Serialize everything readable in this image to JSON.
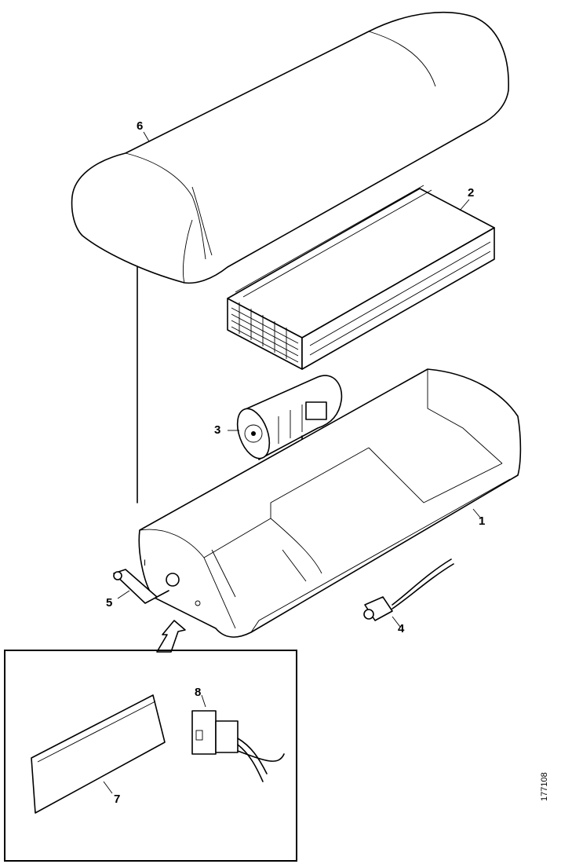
{
  "callouts": {
    "p1": "1",
    "p2": "2",
    "p3": "3",
    "p4": "4",
    "p5": "5",
    "p6": "6",
    "p7": "7",
    "p8": "8"
  },
  "switch_mark": "I",
  "figure_code": "177108"
}
